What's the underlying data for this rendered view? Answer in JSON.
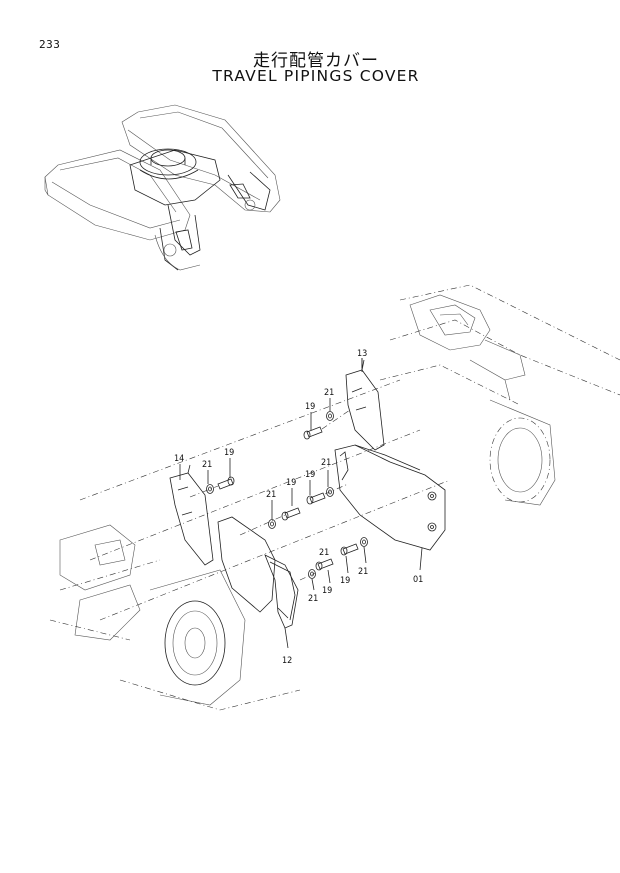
{
  "page_number": "233",
  "title_jp": "走行配管カバー",
  "title_en": "TRAVEL PIPINGS COVER",
  "callouts": [
    "13",
    "21",
    "19",
    "14",
    "21",
    "19",
    "21",
    "19",
    "21",
    "19",
    "21",
    "19",
    "21",
    "19",
    "21",
    "01",
    "12"
  ]
}
